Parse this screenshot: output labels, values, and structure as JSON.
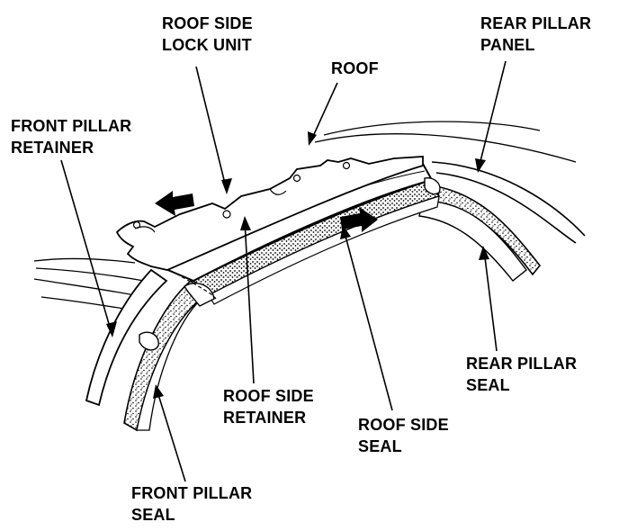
{
  "diagram": {
    "labels": {
      "roof_side_lock_unit": [
        "ROOF SIDE",
        "LOCK UNIT"
      ],
      "rear_pillar_panel": [
        "REAR PILLAR",
        "PANEL"
      ],
      "roof": [
        "ROOF"
      ],
      "front_pillar_retainer": [
        "FRONT PILLAR",
        "RETAINER"
      ],
      "rear_pillar_seal": [
        "REAR PILLAR",
        "SEAL"
      ],
      "roof_side_retainer": [
        "ROOF SIDE",
        "RETAINER"
      ],
      "roof_side_seal": [
        "ROOF SIDE",
        "SEAL"
      ],
      "front_pillar_seal": [
        "FRONT PILLAR",
        "SEAL"
      ]
    },
    "colors": {
      "ink": "#000000",
      "paper": "#ffffff"
    }
  }
}
